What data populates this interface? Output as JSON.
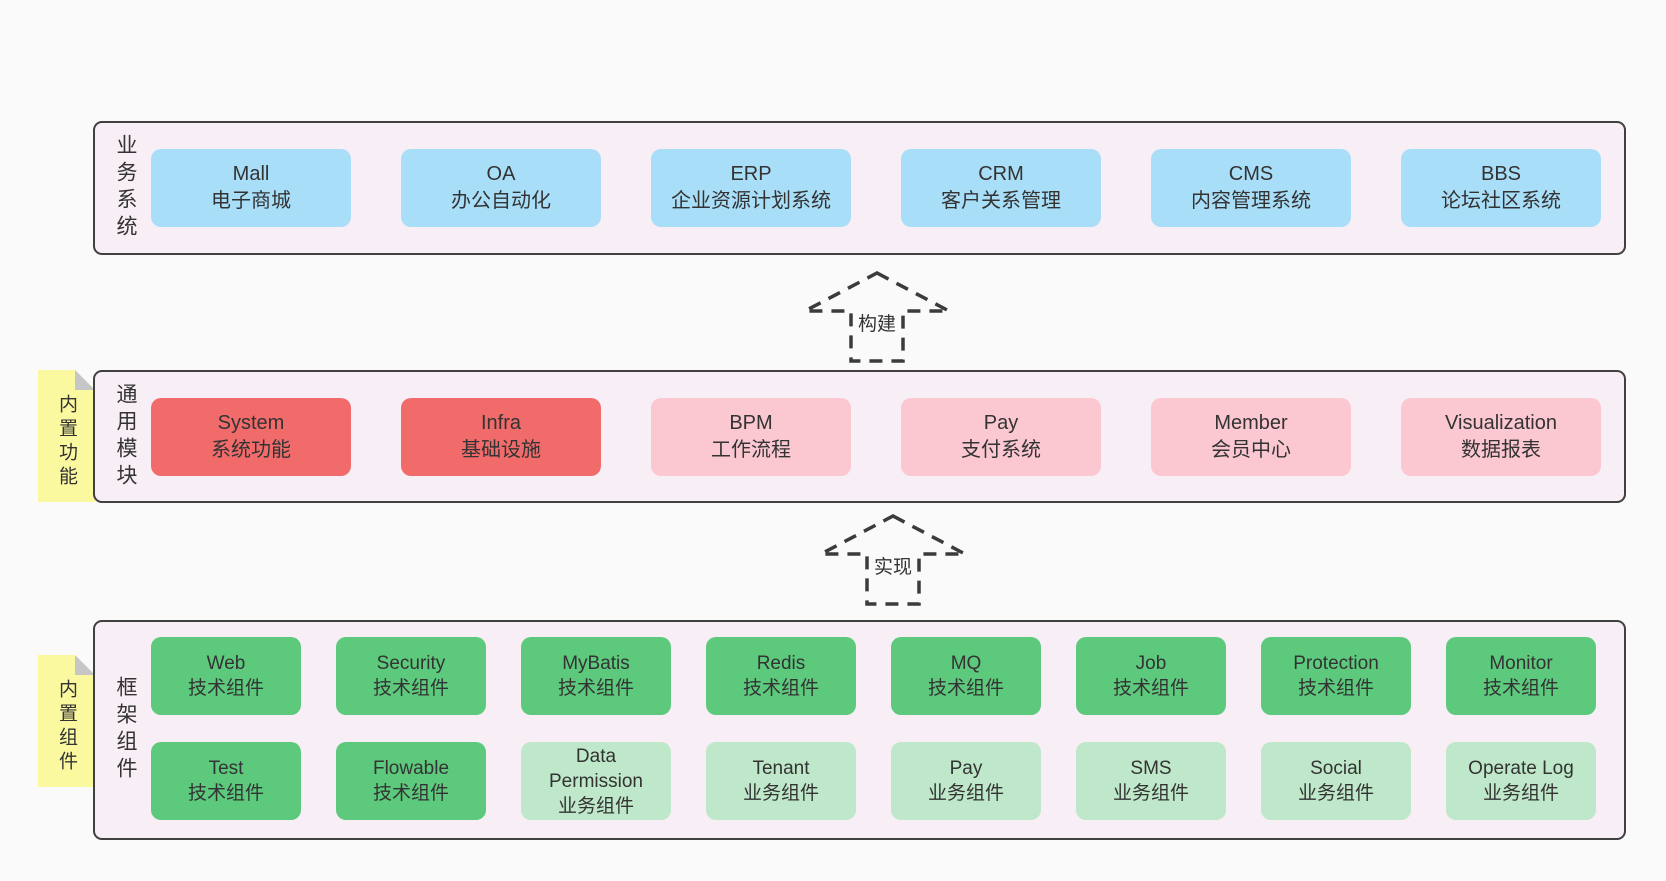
{
  "diagram": {
    "colors": {
      "page_bg": "#fafafa",
      "layer_bg": "#f8eef6",
      "layer_border": "#404040",
      "blue": "#a9def8",
      "red": "#f16b6b",
      "pink": "#fbc7d1",
      "green": "#5dc97d",
      "lightgreen": "#bee8c9",
      "tag_bg": "#faf9a0",
      "tag_fold": "#c6c6c6",
      "text": "#333333"
    },
    "arrows": [
      {
        "id": "build",
        "label": "构建"
      },
      {
        "id": "implement",
        "label": "实现"
      }
    ],
    "layers": [
      {
        "id": "business",
        "label": "业务系统",
        "boxes": [
          {
            "en": "Mall",
            "zh": "电子商城",
            "type": "blue"
          },
          {
            "en": "OA",
            "zh": "办公自动化",
            "type": "blue"
          },
          {
            "en": "ERP",
            "zh": "企业资源计划系统",
            "type": "blue"
          },
          {
            "en": "CRM",
            "zh": "客户关系管理",
            "type": "blue"
          },
          {
            "en": "CMS",
            "zh": "内容管理系统",
            "type": "blue"
          },
          {
            "en": "BBS",
            "zh": "论坛社区系统",
            "type": "blue"
          }
        ]
      },
      {
        "id": "modules",
        "label": "通用模块",
        "tag": "内置功能",
        "boxes": [
          {
            "en": "System",
            "zh": "系统功能",
            "type": "red"
          },
          {
            "en": "Infra",
            "zh": "基础设施",
            "type": "red"
          },
          {
            "en": "BPM",
            "zh": "工作流程",
            "type": "pink"
          },
          {
            "en": "Pay",
            "zh": "支付系统",
            "type": "pink"
          },
          {
            "en": "Member",
            "zh": "会员中心",
            "type": "pink"
          },
          {
            "en": "Visualization",
            "zh": "数据报表",
            "type": "pink"
          }
        ]
      },
      {
        "id": "components",
        "label": "框架组件",
        "tag": "内置组件",
        "rows": [
          [
            {
              "en": "Web",
              "zh": "技术组件",
              "type": "green"
            },
            {
              "en": "Security",
              "zh": "技术组件",
              "type": "green"
            },
            {
              "en": "MyBatis",
              "zh": "技术组件",
              "type": "green"
            },
            {
              "en": "Redis",
              "zh": "技术组件",
              "type": "green"
            },
            {
              "en": "MQ",
              "zh": "技术组件",
              "type": "green"
            },
            {
              "en": "Job",
              "zh": "技术组件",
              "type": "green"
            },
            {
              "en": "Protection",
              "zh": "技术组件",
              "type": "green"
            },
            {
              "en": "Monitor",
              "zh": "技术组件",
              "type": "green"
            }
          ],
          [
            {
              "en": "Test",
              "zh": "技术组件",
              "type": "green"
            },
            {
              "en": "Flowable",
              "zh": "技术组件",
              "type": "green"
            },
            {
              "en": "Data Permission",
              "zh": "业务组件",
              "type": "lightgreen"
            },
            {
              "en": "Tenant",
              "zh": "业务组件",
              "type": "lightgreen"
            },
            {
              "en": "Pay",
              "zh": "业务组件",
              "type": "lightgreen"
            },
            {
              "en": "SMS",
              "zh": "业务组件",
              "type": "lightgreen"
            },
            {
              "en": "Social",
              "zh": "业务组件",
              "type": "lightgreen"
            },
            {
              "en": "Operate Log",
              "zh": "业务组件",
              "type": "lightgreen"
            }
          ]
        ]
      }
    ]
  }
}
